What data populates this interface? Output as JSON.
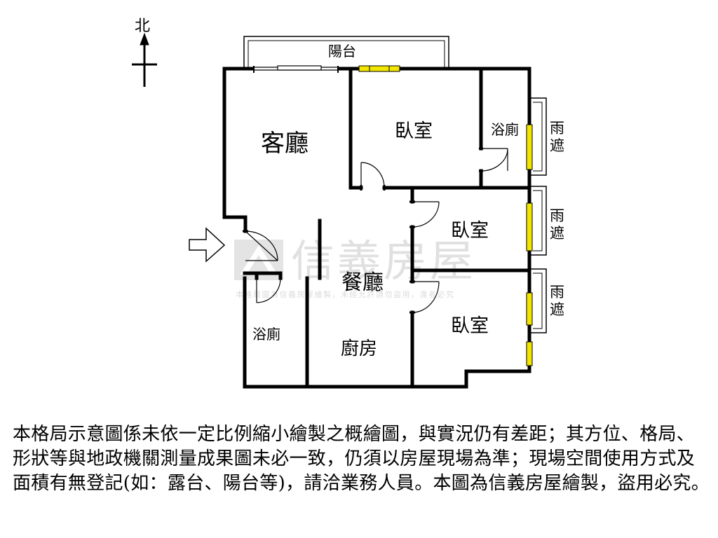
{
  "compass": {
    "north_label": "北"
  },
  "rooms": {
    "balcony": "陽台",
    "living_room": "客廳",
    "bedroom_1": "臥室",
    "bedroom_2": "臥室",
    "bedroom_3": "臥室",
    "bathroom_1": "浴廁",
    "bathroom_2": "浴廁",
    "dining_room": "餐廳",
    "kitchen": "廚房",
    "awning_1": [
      "雨",
      "遮"
    ],
    "awning_2": [
      "雨",
      "遮"
    ],
    "awning_3": [
      "雨",
      "遮"
    ]
  },
  "watermark": {
    "brand": "信義房屋",
    "notice": "本格局圖為信義房屋繪製，未經允許請勿盜用，違者必究"
  },
  "disclaimer": "本格局示意圖係未依一定比例縮小繪製之概繪圖，與實況仍有差距；其方位、格局、形狀等與地政機關測量成果圖未必一致，仍須以房屋現場為準；現場空間使用方式及面積有無登記(如：露台、陽台等)，請洽業務人員。本圖為信義房屋繪製，盜用必究。"
}
